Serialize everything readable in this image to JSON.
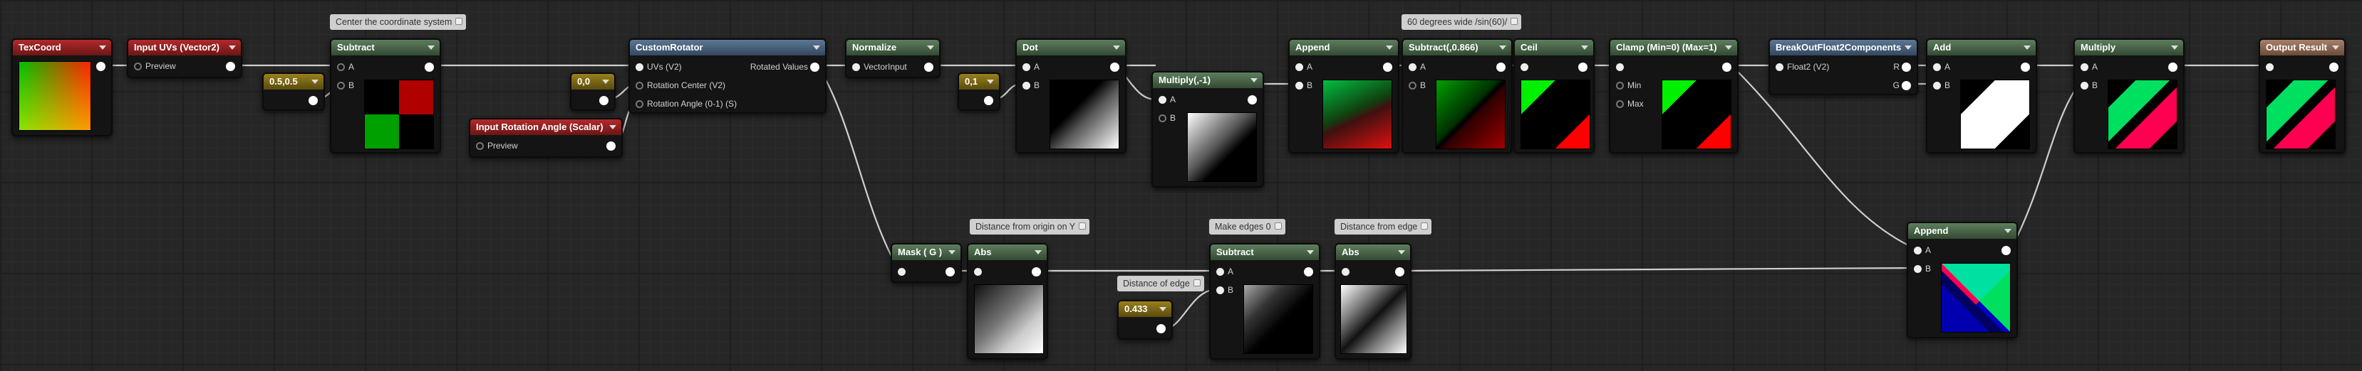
{
  "comments": {
    "center": "Center the coordinate system",
    "degrees": "60 degrees wide /sin(60)/",
    "dist_origin": "Distance from origin on Y",
    "edges0": "Make edges 0",
    "dist_edge": "Distance from edge",
    "dist_of_edge": "Distance of edge"
  },
  "nodes": {
    "texcoord": {
      "title": "TexCoord"
    },
    "input_uvs": {
      "title": "Input UVs (Vector2)",
      "pin": "Preview"
    },
    "const_05": {
      "title": "0.5,0.5"
    },
    "subtract1": {
      "title": "Subtract",
      "a": "A",
      "b": "B"
    },
    "const_00": {
      "title": "0,0"
    },
    "input_rot": {
      "title": "Input Rotation Angle (Scalar)",
      "pin": "Preview"
    },
    "custom_rot": {
      "title": "CustomRotator",
      "uvs": "UVs (V2)",
      "center": "Rotation Center (V2)",
      "angle": "Rotation Angle (0-1) (S)",
      "out": "Rotated Values"
    },
    "normalize": {
      "title": "Normalize",
      "in": "VectorInput"
    },
    "const_01": {
      "title": "0,1"
    },
    "dot": {
      "title": "Dot",
      "a": "A",
      "b": "B"
    },
    "multiply_neg1": {
      "title": "Multiply(,-1)",
      "a": "A",
      "b": "B"
    },
    "append1": {
      "title": "Append",
      "a": "A",
      "b": "B"
    },
    "subtract_866": {
      "title": "Subtract(,0.866)",
      "a": "A",
      "b": "B"
    },
    "ceil": {
      "title": "Ceil"
    },
    "clamp": {
      "title": "Clamp (Min=0) (Max=1)",
      "min": "Min",
      "max": "Max"
    },
    "breakout": {
      "title": "BreakOutFloat2Components",
      "in": "Float2 (V2)",
      "r": "R",
      "g": "G"
    },
    "add": {
      "title": "Add",
      "a": "A",
      "b": "B"
    },
    "multiply2": {
      "title": "Multiply",
      "a": "A",
      "b": "B"
    },
    "output": {
      "title": "Output Result"
    },
    "mask": {
      "title": "Mask ( G )"
    },
    "abs1": {
      "title": "Abs"
    },
    "const_433": {
      "title": "0.433"
    },
    "subtract3": {
      "title": "Subtract",
      "a": "A",
      "b": "B"
    },
    "abs2": {
      "title": "Abs"
    },
    "append2": {
      "title": "Append",
      "a": "A",
      "b": "B"
    }
  },
  "colors": {
    "wire": "#cfcfcf",
    "header_green": "#4a6a4a",
    "header_red": "#8c1f1f",
    "header_blue": "#4a6480",
    "header_gold": "#7a6614",
    "header_brown": "#8a6450"
  }
}
